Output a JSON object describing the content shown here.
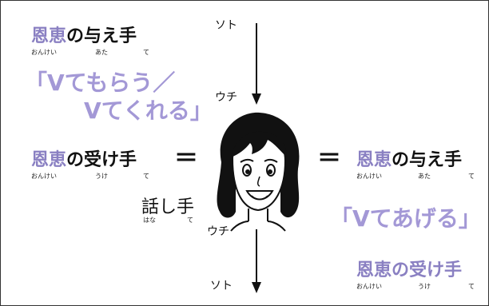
{
  "top_left": {
    "term_accent": "恩恵",
    "term_rest": "の与え手",
    "ruby_accent": "おんけい",
    "ruby_a": "あた",
    "ruby_b": "て"
  },
  "left_phrase": {
    "line1": "「Vてもらう／",
    "line2": "Vてくれる」"
  },
  "left_mid": {
    "term_accent": "恩恵",
    "term_rest": "の受け手",
    "ruby_accent": "おんけい",
    "ruby_a": "うけ",
    "ruby_b": "て"
  },
  "equals_left": "＝",
  "equals_right": "＝",
  "right_mid": {
    "term_accent": "恩恵",
    "term_rest": "の与え手",
    "ruby_accent": "おんけい",
    "ruby_a": "あた",
    "ruby_b": "て"
  },
  "right_phrase": "「Vてあげる」",
  "bottom_right": {
    "term_accent": "恩恵",
    "term_rest": "の受け手",
    "ruby_accent": "おんけい",
    "ruby_a": "うけ",
    "ruby_b": "て"
  },
  "speaker": {
    "label": "話し手",
    "ruby_a": "はな",
    "ruby_b": "て"
  },
  "labels": {
    "soto_top": "ソト",
    "uchi_top": "ウチ",
    "uchi_bottom": "ウチ",
    "soto_bottom": "ソト"
  },
  "colors": {
    "accent": "#8a80c2",
    "phrase": "#a398d6"
  },
  "icons": {
    "arrow_top": "down-arrow-icon",
    "arrow_bottom": "down-arrow-icon",
    "face": "speaker-face-illustration"
  }
}
